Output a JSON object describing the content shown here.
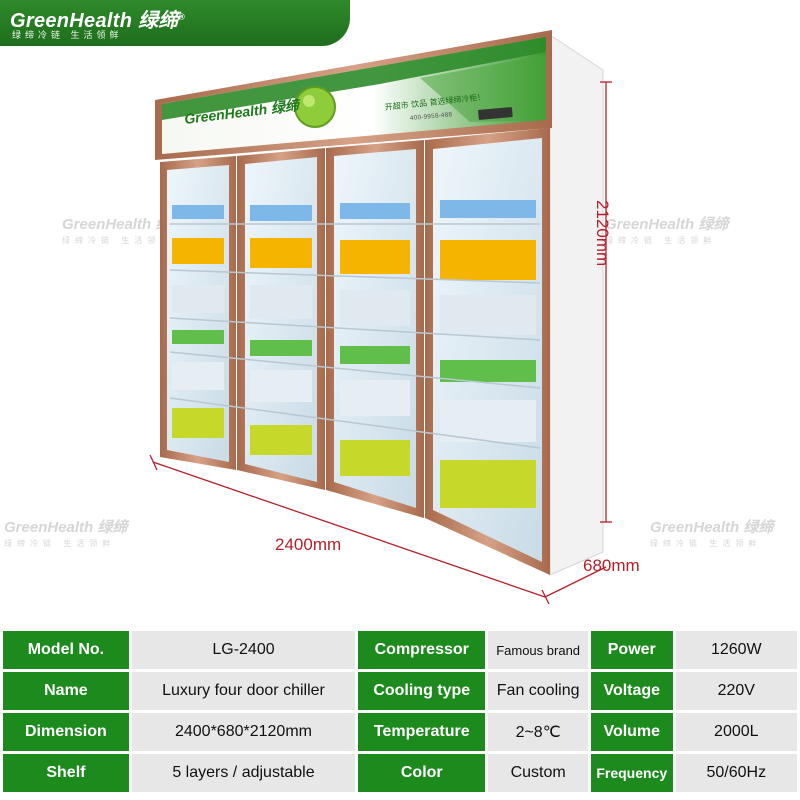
{
  "brand": {
    "logo_text": "GreenHealth 绿缔",
    "tagline": "绿缔冷链  生活领鲜",
    "registered_mark": "®"
  },
  "product_image": {
    "cabinet_brand": "GreenHealth 绿缔",
    "banner_slogan": "开超市 饮品 首选绿缔冷柜!",
    "banner_phone": "400-9958-488"
  },
  "dimensions": {
    "width": "2400mm",
    "depth": "680mm",
    "height": "2120mm"
  },
  "watermark": {
    "text": "GreenHealth 绿缔",
    "sub": "绿缔冷链  生活领鲜"
  },
  "specs": {
    "rows": [
      [
        {
          "label": "Model No.",
          "value": "LG-2400"
        },
        {
          "label": "Compressor",
          "value": "Famous brand"
        },
        {
          "label": "Power",
          "value": "1260W"
        }
      ],
      [
        {
          "label": "Name",
          "value": "Luxury four door chiller"
        },
        {
          "label": "Cooling type",
          "value": "Fan cooling"
        },
        {
          "label": "Voltage",
          "value": "220V"
        }
      ],
      [
        {
          "label": "Dimension",
          "value": "2400*680*2120mm"
        },
        {
          "label": "Temperature",
          "value": "2~8℃"
        },
        {
          "label": "Volume",
          "value": "2000L"
        }
      ],
      [
        {
          "label": "Shelf",
          "value": "5 layers / adjustable"
        },
        {
          "label": "Color",
          "value": "Custom"
        },
        {
          "label": "Frequency",
          "value": "50/60Hz"
        }
      ]
    ]
  },
  "colors": {
    "brand_green": "#1d8a1d",
    "frame_copper": "#c0876a",
    "dimension_red": "#b3202a",
    "cell_gray": "#e7e7e7"
  }
}
